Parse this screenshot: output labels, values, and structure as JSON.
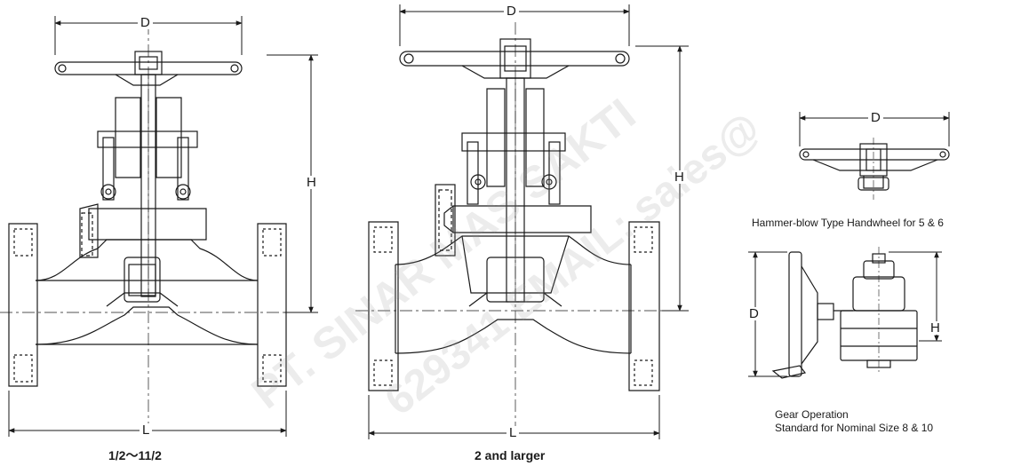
{
  "dimension_labels": {
    "left_view": {
      "width": "D",
      "height": "H",
      "length": "L"
    },
    "center_view": {
      "width": "D",
      "height": "H",
      "length": "L"
    },
    "handwheel_view": {
      "width": "D"
    },
    "gear_view": {
      "diameter": "D",
      "height": "H"
    }
  },
  "captions": {
    "left_view": "1/2～11/2",
    "center_view": "2 and larger",
    "handwheel_view": "Hammer-blow Type Handwheel for 5 & 6",
    "gear_view_line1": "Gear Operation",
    "gear_view_line2": "Standard for Nominal Size 8 & 10"
  },
  "watermark": {
    "line1": "PT. SINAR MAS SAKTI",
    "line2": "629341  EMAIL: sales@"
  },
  "colors": {
    "line": "#1a1a1a",
    "background": "#ffffff",
    "watermark": "#969696"
  }
}
